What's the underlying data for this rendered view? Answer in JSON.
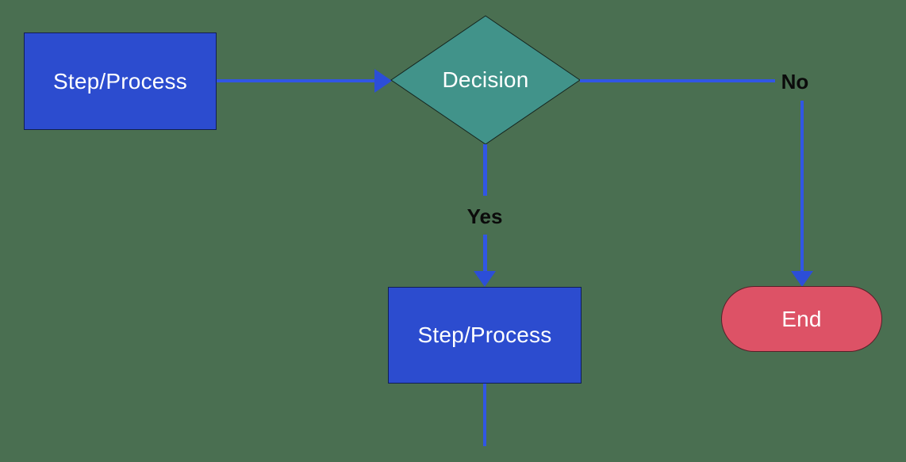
{
  "diagram": {
    "nodes": {
      "process1": {
        "label": "Step/Process",
        "shape": "rectangle"
      },
      "decision": {
        "label": "Decision",
        "shape": "diamond"
      },
      "process2": {
        "label": "Step/Process",
        "shape": "rectangle"
      },
      "end": {
        "label": "End",
        "shape": "rounded-pill"
      }
    },
    "edge_labels": {
      "no": "No",
      "yes": "Yes"
    }
  },
  "colors": {
    "background": "#4A6F51",
    "process_fill": "#2C4CCF",
    "decision_fill": "#41938A",
    "end_fill": "#DD5266",
    "connector": "#3156E4",
    "arrowhead": "#2C4ED8",
    "node_text": "#FFFFFF",
    "edge_label_text": "#0B0B0B"
  }
}
